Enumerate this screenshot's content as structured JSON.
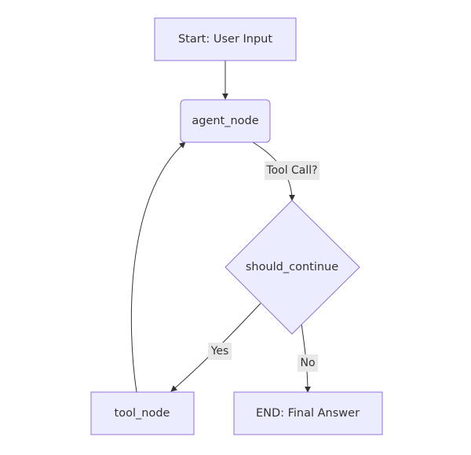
{
  "nodes": {
    "start": {
      "label": "Start: User Input"
    },
    "agent": {
      "label": "agent_node"
    },
    "decision": {
      "label": "should_continue"
    },
    "tool": {
      "label": "tool_node"
    },
    "end": {
      "label": "END: Final Answer"
    }
  },
  "edges": {
    "start_to_agent": {
      "label": ""
    },
    "agent_to_decision": {
      "label": "Tool Call?"
    },
    "decision_to_tool": {
      "label": "Yes"
    },
    "decision_to_end": {
      "label": "No"
    },
    "tool_to_agent": {
      "label": ""
    }
  },
  "colors": {
    "node_fill": "#ECECFF",
    "node_stroke": "#9370DB",
    "edge": "#333333",
    "edge_label_bg": "#E8E8E8",
    "text": "#333333"
  }
}
